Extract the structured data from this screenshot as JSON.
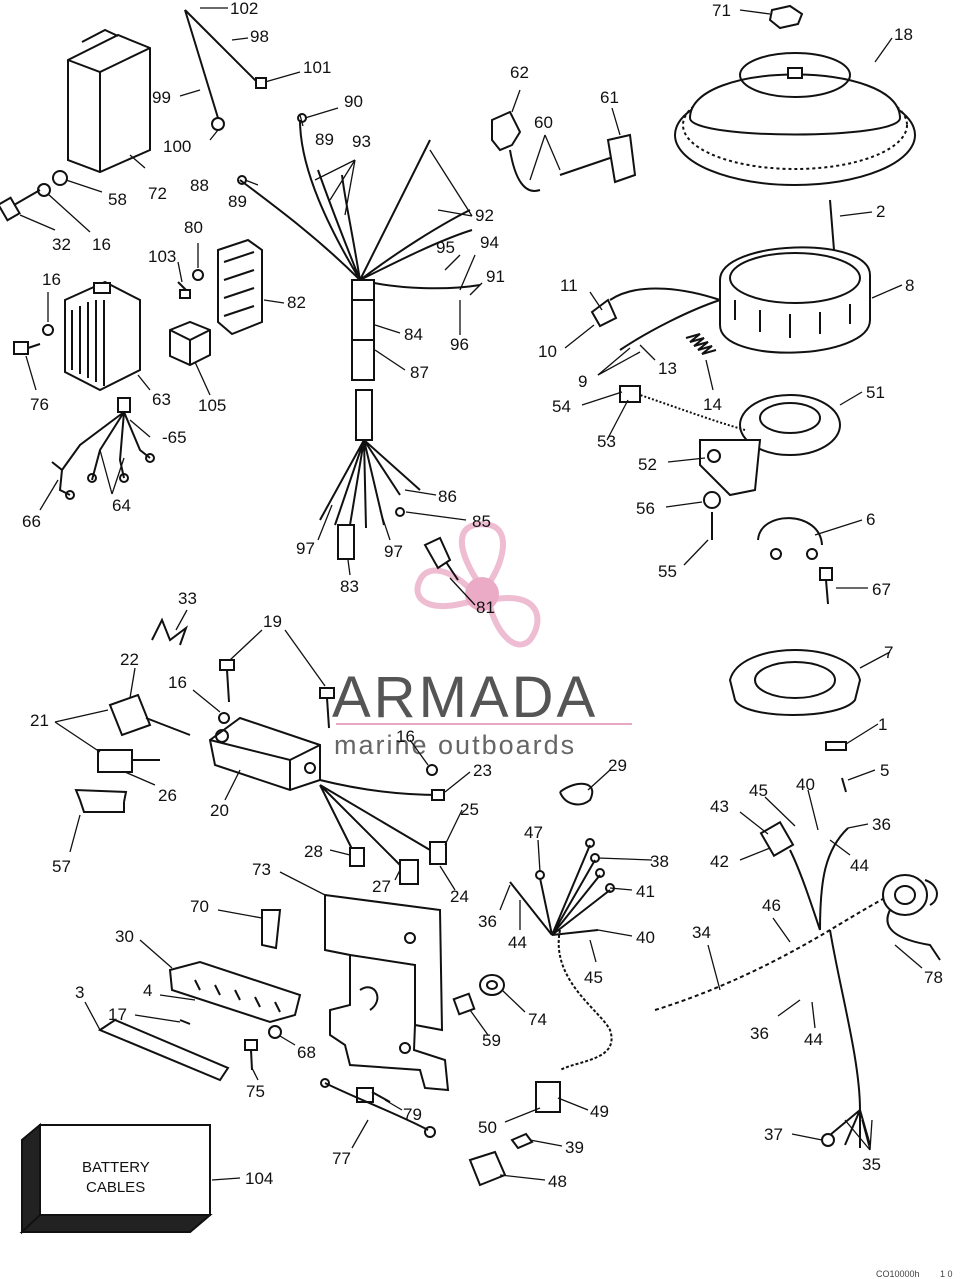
{
  "diagram": {
    "labels": {
      "l102": "102",
      "l98": "98",
      "l99": "99",
      "l100": "100",
      "l101": "101",
      "l72": "72",
      "l58": "58",
      "l32": "32",
      "l16a": "16",
      "l89a": "89",
      "l90": "90",
      "l93": "93",
      "l88": "88",
      "l89b": "89",
      "l92": "92",
      "l95": "95",
      "l94": "94",
      "l91": "91",
      "l96": "96",
      "l84": "84",
      "l87": "87",
      "l80": "80",
      "l103": "103",
      "l82": "82",
      "l105": "105",
      "l16b": "16",
      "l76": "76",
      "l63": "63",
      "l65": "-65",
      "l64": "64",
      "l66": "66",
      "l86": "86",
      "l85": "85",
      "l97a": "97",
      "l97b": "97",
      "l83": "83",
      "l81": "81",
      "l62": "62",
      "l60": "60",
      "l61": "61",
      "l71": "71",
      "l18": "18",
      "l2": "2",
      "l8": "8",
      "l11": "11",
      "l10": "10",
      "l9": "9",
      "l13": "13",
      "l14": "14",
      "l51": "51",
      "l54": "54",
      "l53": "53",
      "l52": "52",
      "l56": "56",
      "l55": "55",
      "l6": "6",
      "l67": "67",
      "l33": "33",
      "l19": "19",
      "l22": "22",
      "l16c": "16",
      "l21": "21",
      "l26": "26",
      "l20": "20",
      "l57": "57",
      "l16d": "16",
      "l23": "23",
      "l29": "29",
      "l25": "25",
      "l28": "28",
      "l27": "27",
      "l24": "24",
      "l7": "7",
      "l1": "1",
      "l5": "5",
      "l45a": "45",
      "l40a": "40",
      "l43": "43",
      "l36a": "36",
      "l42": "42",
      "l44a": "44",
      "l47": "47",
      "l38": "38",
      "l41": "41",
      "l36b": "36",
      "l44b": "44",
      "l40b": "40",
      "l45b": "45",
      "l34": "34",
      "l46": "46",
      "l78": "78",
      "l36c": "36",
      "l44c": "44",
      "l37": "37",
      "l35": "35",
      "l73": "73",
      "l70": "70",
      "l30": "30",
      "l3": "3",
      "l4": "4",
      "l17": "17",
      "l68": "68",
      "l75": "75",
      "l74": "74",
      "l59": "59",
      "l79": "79",
      "l77": "77",
      "l49": "49",
      "l50": "50",
      "l39": "39",
      "l48": "48",
      "l104": "104"
    },
    "battery_line1": "BATTERY",
    "battery_line2": "CABLES",
    "watermark_brand": "ARMADA",
    "watermark_tagline": "marine outboards",
    "footer_code": "CO10000h",
    "footer_suffix": "1 0",
    "colors": {
      "ink": "#111111",
      "logo_pink": "#e9a7c4",
      "logo_dot": "#e58fb5",
      "watermark_grey": "#555555"
    }
  }
}
